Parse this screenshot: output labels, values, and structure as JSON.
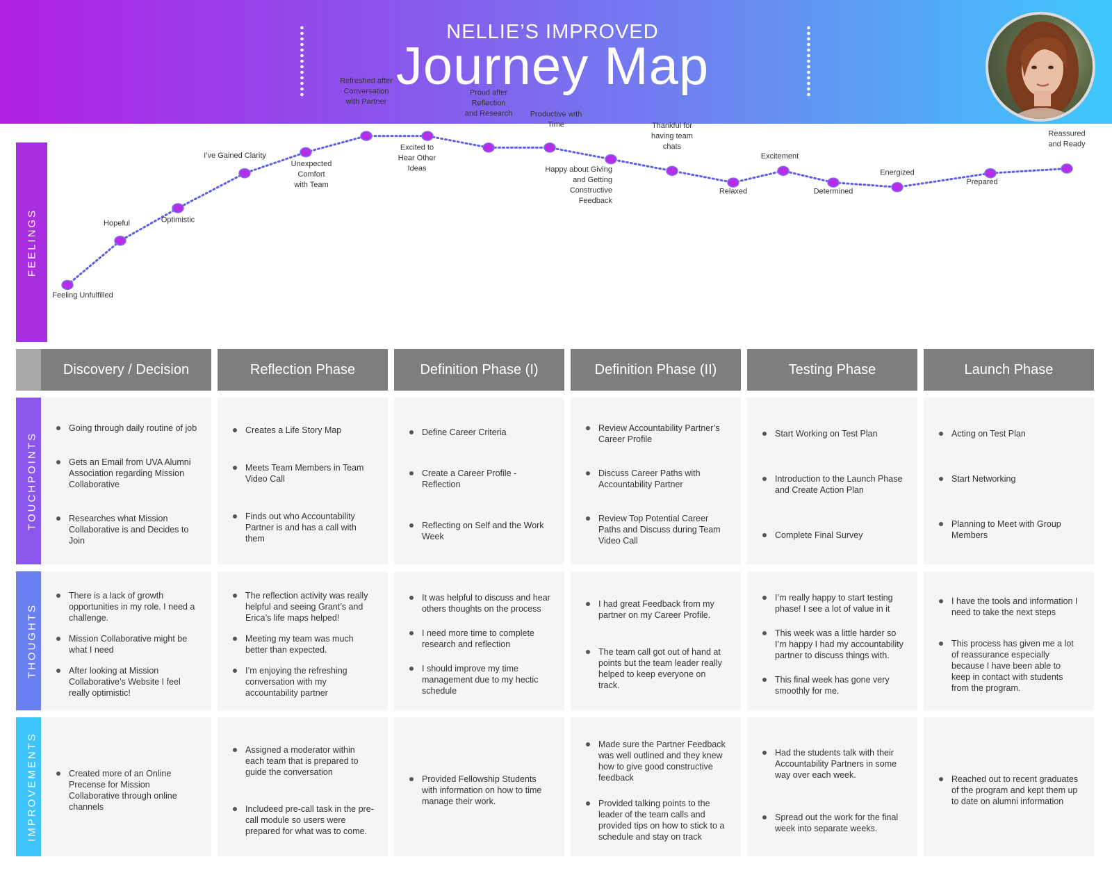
{
  "header": {
    "subtitle": "NELLIE’S IMPROVED",
    "title": "Journey Map",
    "avatar_icon": "user-portrait-photo",
    "gradient_colors": [
      "#b020e2",
      "#6b86f0",
      "#3ec8fc"
    ]
  },
  "row_labels": {
    "feelings": "FEELINGS",
    "touchpoints": "TOUCHPOINTS",
    "thoughts": "THOUGHTS",
    "improvements": "IMPROVEMENTS"
  },
  "row_colors": {
    "feelings": "#a82ee0",
    "touchpoints": "#8a56ec",
    "thoughts": "#6a7ff0",
    "improvements": "#3fc4fa"
  },
  "feelings": [
    {
      "label": "Feeling Unfulfilled",
      "level": 0.0
    },
    {
      "label": "Hopeful",
      "level": 0.19
    },
    {
      "label": "Optimistic",
      "level": 0.33
    },
    {
      "label": "I’ve Gained Clarity",
      "level": 0.48
    },
    {
      "label": "Unexpected Comfort with Team",
      "level": 0.57
    },
    {
      "label": "Refreshed after Conversation with Partner",
      "level": 0.64
    },
    {
      "label": "Excited to Hear Other Ideas",
      "level": 0.64
    },
    {
      "label": "Proud after Reflection and Research",
      "level": 0.59
    },
    {
      "label": "Productive with Time",
      "level": 0.59
    },
    {
      "label": "Happy about Giving and Getting Constructive Feedback",
      "level": 0.54
    },
    {
      "label": "Thankful for having team chats",
      "level": 0.49
    },
    {
      "label": "Relaxed",
      "level": 0.44
    },
    {
      "label": "Excitement",
      "level": 0.49
    },
    {
      "label": "Determined",
      "level": 0.44
    },
    {
      "label": "Energized",
      "level": 0.42
    },
    {
      "label": "Prepared",
      "level": 0.48
    },
    {
      "label": "Reassured and Ready",
      "level": 0.5
    }
  ],
  "phases": [
    "Discovery / Decision",
    "Reflection Phase",
    "Definition Phase (I)",
    "Definition Phase (II)",
    "Testing Phase",
    "Launch Phase"
  ],
  "touchpoints": [
    [
      "Going through daily routine of job",
      "Gets an Email from UVA Alumni Association regarding Mission Collaborative",
      "Researches what Mission Collaborative is and Decides to Join"
    ],
    [
      "Creates a Life Story Map",
      "Meets Team Members in Team Video Call",
      "Finds out who Accountability Partner is and has a call with them"
    ],
    [
      "Define Career Criteria",
      "Create a Career Profile - Reflection",
      "Reflecting on Self and the Work Week"
    ],
    [
      "Review Accountability Partner’s Career Profile",
      "Discuss Career Paths with Accountability Partner",
      "Review Top Potential Career Paths and Discuss during Team Video Call"
    ],
    [
      "Start Working on Test Plan",
      "Introduction to the Launch Phase and Create Action Plan",
      "Complete Final Survey"
    ],
    [
      "Acting on Test Plan",
      "Start Networking",
      "Planning to Meet with Group Members"
    ]
  ],
  "thoughts": [
    [
      "There is a lack of growth opportunities in my role. I need a challenge.",
      "Mission Collaborative might be what I need",
      "After looking at Mission Collaborative’s Website I feel really optimistic!"
    ],
    [
      "The reflection activity was really helpful and seeing Grant’s and Erica’s life maps helped!",
      "Meeting my team was much better than expected.",
      "I’m enjoying the refreshing conversation with my accountability partner"
    ],
    [
      "It was helpful to discuss and hear others thoughts on the process",
      "I need more time to complete research and reflection",
      "I should improve my time management due to my hectic schedule"
    ],
    [
      "I had great Feedback from my partner on my Career Profile.",
      "The team call got out of hand at points but the team leader really helped to keep everyone on track."
    ],
    [
      "I’m really happy to start testing phase! I see a lot of value in it",
      "This week was a little harder so I’m happy I had my accountability partner to discuss things with.",
      "This final week has gone very smoothly for me."
    ],
    [
      "I have the tools and information I need to take the next steps",
      "This process has given me a lot of reassurance especially because I have been able to keep in contact with students from the program."
    ]
  ],
  "improvements": [
    [
      "Created more of an Online Precense for Mission Collaborative through online channels"
    ],
    [
      "Assigned a moderator within each team that is prepared to guide the conversation",
      "Includeed pre-call task in the pre-call module so users were prepared for what was to come."
    ],
    [
      "Provided Fellowship Students with information on how to time manage their work."
    ],
    [
      "Made sure the Partner Feedback was well outlined and they knew how to give good constructive feedback",
      "Provided talking points to the leader of the team calls and provided tips on how to stick to a schedule and stay on track"
    ],
    [
      "Had the students talk with their Accountability Partners in some way over each week.",
      "Spread out the work for the final week into separate weeks."
    ],
    [
      "Reached out to recent graduates of the program and kept them up to date on alumni information"
    ]
  ]
}
